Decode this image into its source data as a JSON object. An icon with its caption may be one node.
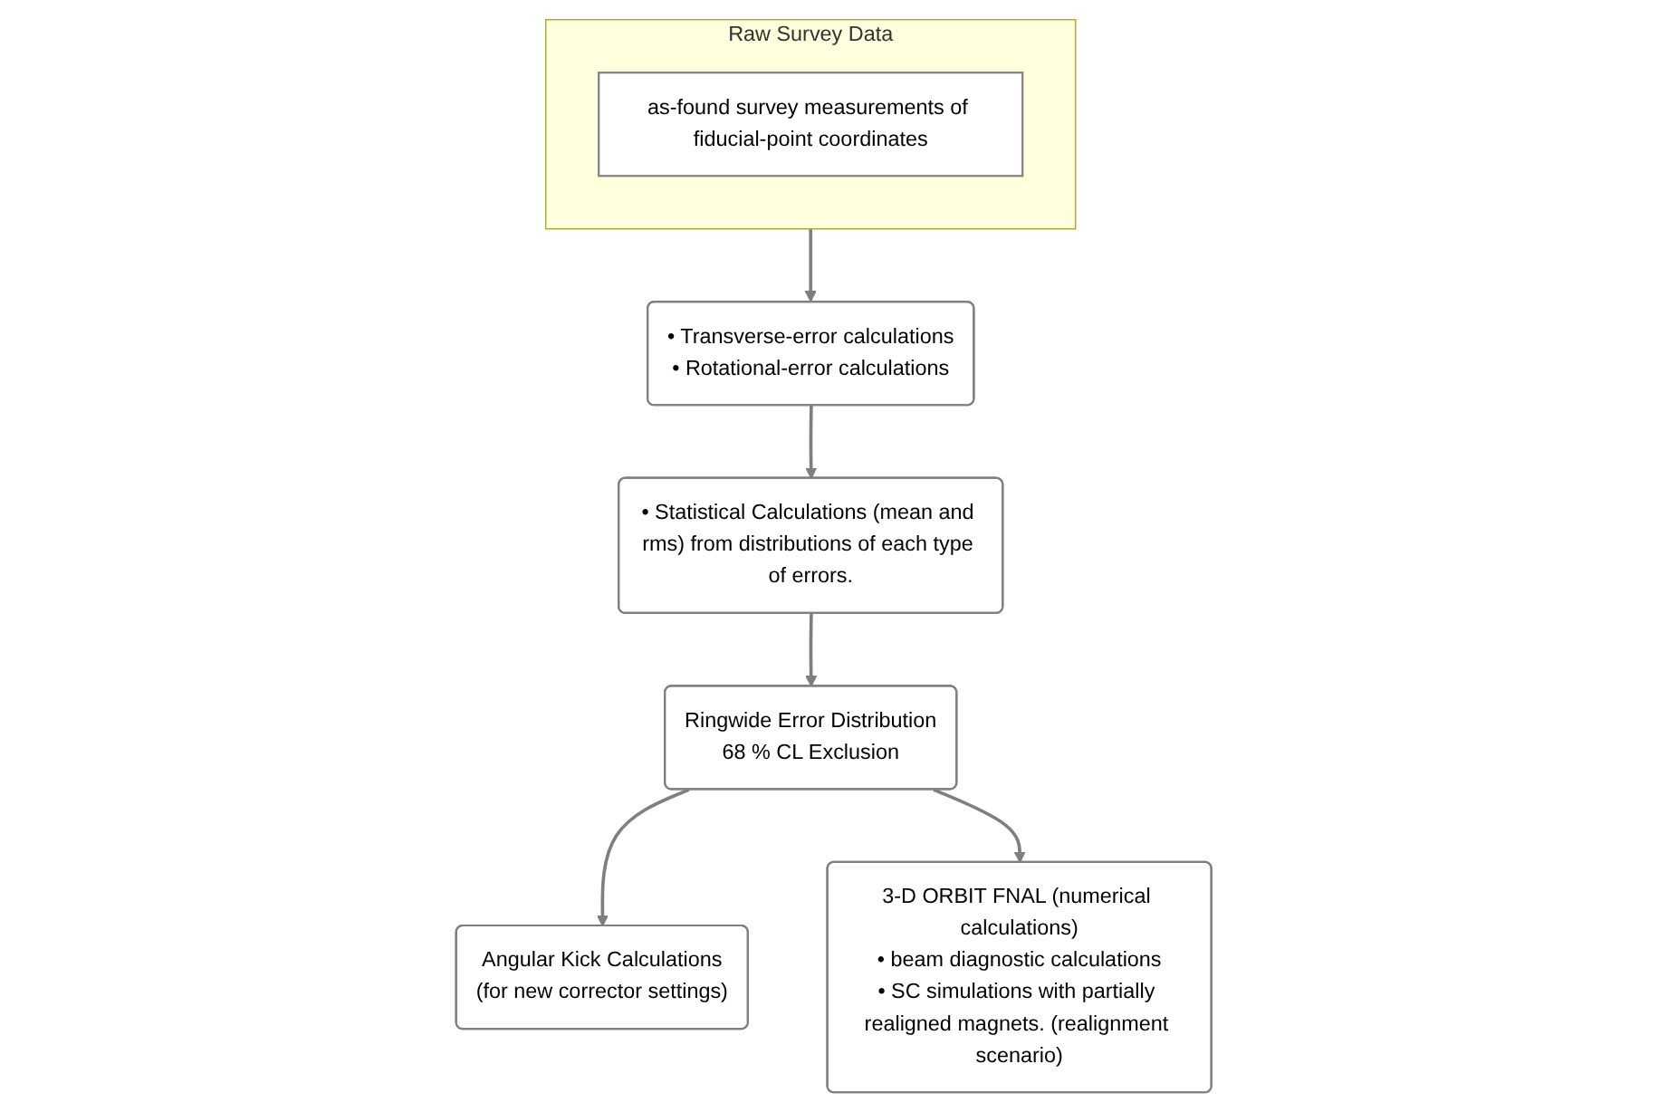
{
  "diagram": {
    "nodes": [
      {
        "text": [
          "Raw Survey Data"
        ]
      },
      {
        "text": [
          "as-found survey measurements of fiducial-point coordinates"
        ],
        "in": 0
      },
      {
        "text": [
          "• Transverse-error calculations",
          "• Rotational-error calculations"
        ]
      },
      {
        "text": [
          "• Statistical Calculations (mean and rms) from distributions of each type of errors."
        ]
      },
      {
        "text": [
          "Ringwide Error Distribution",
          "68 % CL Exclusion"
        ]
      },
      {
        "text": [
          "Angular Kick Calculations",
          "(for new corrector settings)"
        ]
      },
      {
        "text": [
          "3-D ORBIT FNAL (numerical calculations)",
          "• beam diagnostic calculations",
          "• SC simulations with partially realigned magnets. (realignment scenario)"
        ]
      }
    ],
    "edges": [
      {
        "from": 0,
        "to": 2,
        "arrow": "to"
      },
      {
        "from": 2,
        "to": 3,
        "arrow": "to"
      },
      {
        "from": 3,
        "to": 4,
        "arrow": "to"
      },
      {
        "from": 4,
        "to": 5,
        "arrow": "to"
      },
      {
        "from": 4,
        "to": 6,
        "arrow": "to"
      }
    ]
  }
}
